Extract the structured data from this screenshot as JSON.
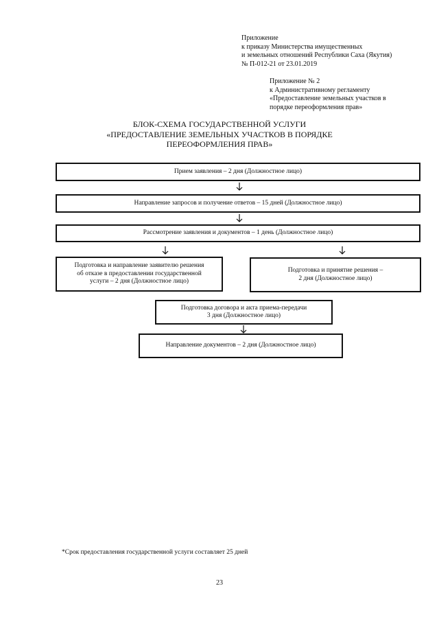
{
  "header": {
    "appendix_order_lines": [
      "Приложение",
      "к приказу Министерства имущественных",
      "и земельных отношений Республики Саха (Якутия)",
      "№ П-012-21 от 23.01.2019"
    ],
    "appendix_regulation_lines": [
      "Приложение № 2",
      "к Административному регламенту",
      "«Предоставление земельных участков в",
      "порядке переоформления прав»"
    ]
  },
  "title_lines": [
    "БЛОК-СХЕМА ГОСУДАРСТВЕННОЙ УСЛУГИ",
    "«ПРЕДОСТАВЛЕНИЕ ЗЕМЕЛЬНЫХ УЧАСТКОВ В ПОРЯДКЕ",
    "ПЕРЕОФОРМЛЕНИЯ ПРАВ»"
  ],
  "flowchart": {
    "steps": [
      {
        "id": "receive-application",
        "lines": [
          "Прием заявления – 2 дня (Должностное лицо)"
        ]
      },
      {
        "id": "send-requests",
        "lines": [
          "Направление запросов и получение ответов – 15 дней (Должностное лицо)"
        ]
      },
      {
        "id": "review-application",
        "lines": [
          "Рассмотрение заявления и документов – 1 день (Должностное лицо)"
        ]
      },
      {
        "id": "refusal-decision",
        "lines": [
          "Подготовка и направление заявителю решения",
          "об отказе в предоставлении государственной",
          "услуги –  2 дня (Должностное лицо)"
        ]
      },
      {
        "id": "accept-decision",
        "lines": [
          "Подготовка и принятие решения –",
          "2 дня (Должностное лицо)"
        ]
      },
      {
        "id": "contract-preparation",
        "lines": [
          "Подготовка договора и акта приема-передачи",
          "3 дня (Должностное лицо)"
        ]
      },
      {
        "id": "send-documents",
        "lines": [
          "Направление документов – 2 дня (Должностное лицо)"
        ]
      }
    ]
  },
  "footnote": "*Срок предоставления государственной услуги составляет 25 дней",
  "page_number": "23"
}
